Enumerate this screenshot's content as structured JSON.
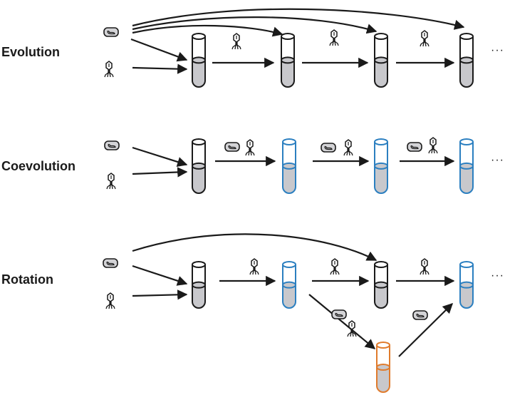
{
  "rows": [
    {
      "label": "Evolution",
      "continuation": "···"
    },
    {
      "label": "Coevolution",
      "continuation": "···"
    },
    {
      "label": "Rotation",
      "continuation": "···"
    }
  ],
  "colors": {
    "outline": "#1a1a1a",
    "medium": "#c8c8cc",
    "host_tube": "#2b7fc0",
    "alternate_host_tube": "#e07b2c",
    "ancestral_tube": "#1a1a1a"
  },
  "icons": {
    "host": "bacterium-icon",
    "phage": "phage-icon"
  }
}
